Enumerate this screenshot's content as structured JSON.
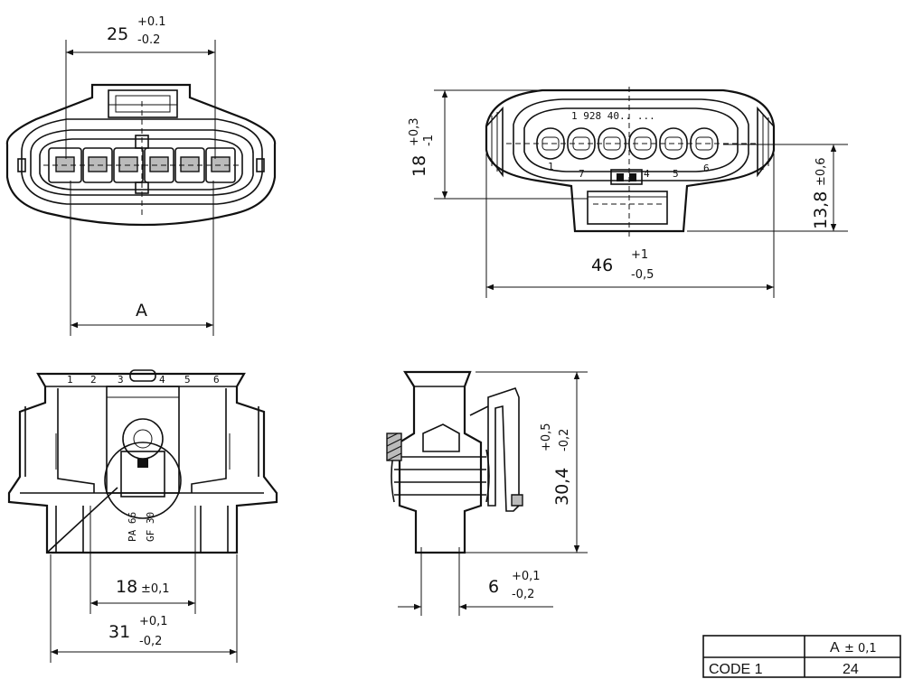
{
  "top_left_view": {
    "width_dim": {
      "value": "25",
      "tol_plus": "+0.1",
      "tol_minus": "-0.2"
    },
    "a_label": "A"
  },
  "top_right_view": {
    "height_dim": {
      "value": "18",
      "tol_plus": "+0,3",
      "tol_minus": "-1"
    },
    "right_dim": {
      "value": "13,8",
      "tol": "±0,6"
    },
    "width_dim": {
      "value": "46",
      "tol_plus": "+1",
      "tol_minus": "-0,5"
    },
    "part_marking": "1 928 40.. ...",
    "pin_numbers_bottom": [
      "1",
      "7",
      "4",
      "5",
      "6"
    ]
  },
  "bottom_left_view": {
    "pin_numbers_top": [
      "1",
      "2",
      "3",
      "4",
      "5",
      "6"
    ],
    "inner_dim": {
      "value": "18",
      "tol": "±0,1"
    },
    "outer_dim": {
      "value": "31",
      "tol_plus": "+0,1",
      "tol_minus": "-0,2"
    },
    "material_marks": [
      "PA 66",
      "GF 30"
    ]
  },
  "bottom_mid_view": {
    "height_dim": {
      "value": "30,4",
      "tol_plus": "+0,5",
      "tol_minus": "-0,2"
    },
    "width_dim": {
      "value": "6",
      "tol_plus": "+0,1",
      "tol_minus": "-0,2"
    }
  },
  "table": {
    "header_col": "A",
    "header_tol": "± 0,1",
    "row_label": "CODE 1",
    "row_value": "24"
  }
}
